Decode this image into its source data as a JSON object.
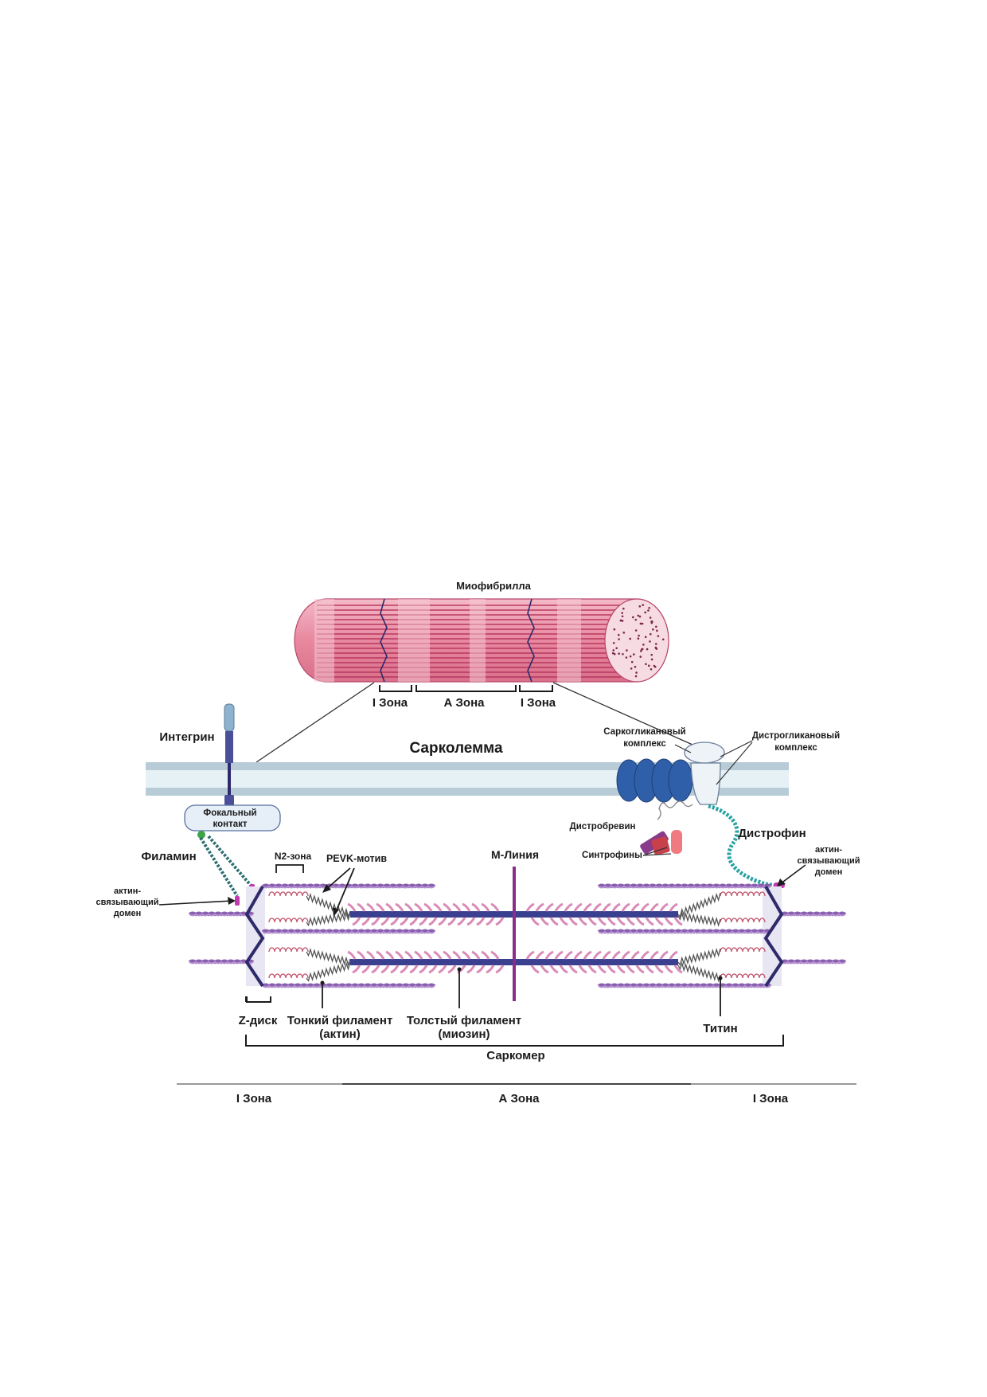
{
  "labels": {
    "myofibril": "Миофибрилла",
    "myo_i_zone_left": "I Зона",
    "myo_a_zone": "А Зона",
    "myo_i_zone_right": "I Зона",
    "integrin": "Интегрин",
    "sarcolemma": "Сарколемма",
    "sarcoglycan_line1": "Саркогликановый",
    "sarcoglycan_line2": "комплекс",
    "dystroglycan_line1": "Дистрогликановый",
    "dystroglycan_line2": "комплекс",
    "focal_line1": "Фокальный",
    "focal_line2": "контакт",
    "dystrobrevin": "Дистробревин",
    "syntrophins": "Синтрофины",
    "dystrophin": "Дистрофин",
    "filamin": "Филамин",
    "abd_left_1": "актин-",
    "abd_left_2": "связывающий",
    "abd_left_3": "домен",
    "abd_right_1": "актин-",
    "abd_right_2": "связывающий",
    "abd_right_3": "домен",
    "n2": "N2-зона",
    "pevk": "PEVK-мотив",
    "mline": "М-Линия",
    "zdisk": "Z-диск",
    "thin_1": "Тонкий филамент",
    "thin_2": "(актин)",
    "thick_1": "Толстый филамент",
    "thick_2": "(миозин)",
    "titin": "Титин",
    "sarcomere": "Саркомер",
    "bottom_i_left": "I Зона",
    "bottom_a": "А Зона",
    "bottom_i_right": "I Зона"
  },
  "colors": {
    "myofibril": "#e8889f",
    "myofibril_dark": "#c23a63",
    "actin": "#8b5fb0",
    "zdisk": "#2e2a6b",
    "mline": "#8a2d8a",
    "membrane": "#c9dde6",
    "sarcoglycan": "#2f5fa8",
    "titin": "#c0506a",
    "dystrophin": "#2aa2a2"
  }
}
